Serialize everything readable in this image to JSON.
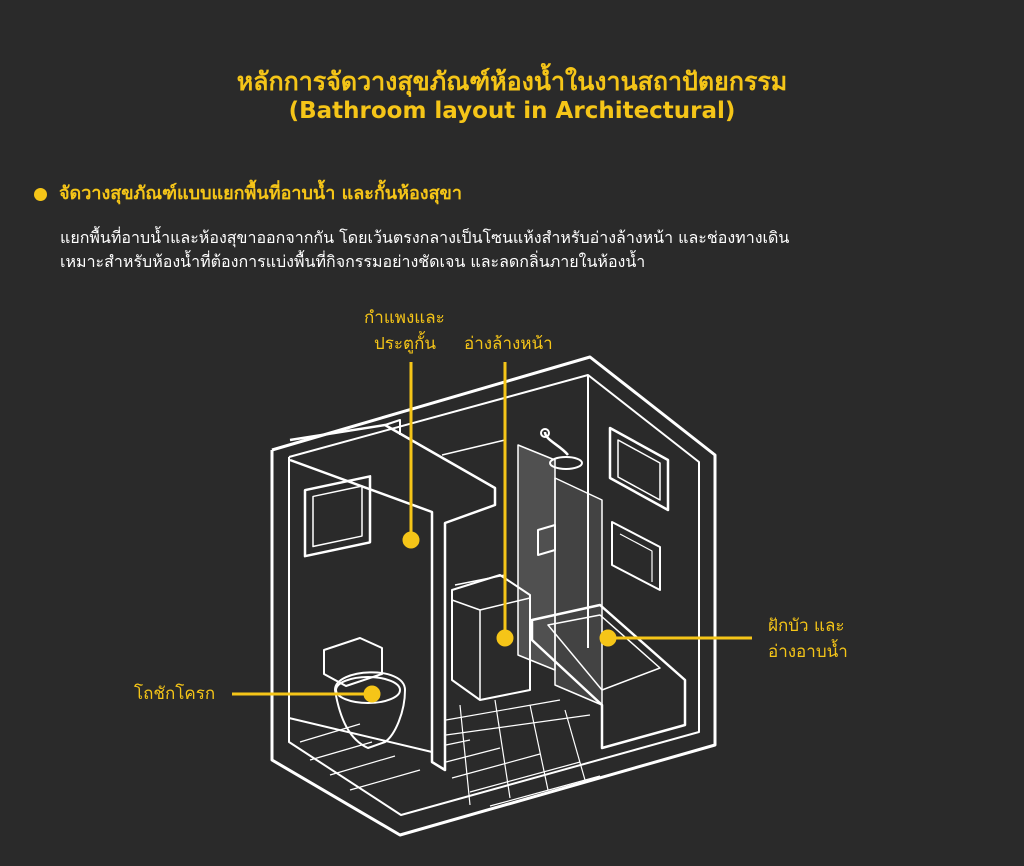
{
  "header": {
    "title_th": "หลักการจัดวางสุขภัณฑ์ห้องน้ำในงานสถาปัตยกรรม",
    "title_en": "(Bathroom layout in Architectural)"
  },
  "section": {
    "heading": "จัดวางสุขภัณฑ์แบบแยกพื้นที่อาบน้ำ และกั้นห้องสุขา",
    "description_line1": "แยกพื้นที่อาบน้ำและห้องสุขาออกจากกัน โดยเว้นตรงกลางเป็นโซนแห้งสำหรับอ่างล้างหน้า และช่องทางเดิน",
    "description_line2": "เหมาะสำหรับห้องน้ำที่ต้องการแบ่งพื้นที่กิจกรรมอย่างชัดเจน และลดกลิ่นภายในห้องน้ำ"
  },
  "callouts": {
    "partition_line1": "กำแพงและ",
    "partition_line2": "ประตูกั้น",
    "basin": "อ่างล้างหน้า",
    "shower_line1": "ฝักบัว และ",
    "shower_line2": "อ่างอาบน้ำ",
    "toilet": "โถชักโครก"
  },
  "colors": {
    "background": "#2a2a2a",
    "accent": "#f5c518",
    "line": "#ffffff"
  }
}
